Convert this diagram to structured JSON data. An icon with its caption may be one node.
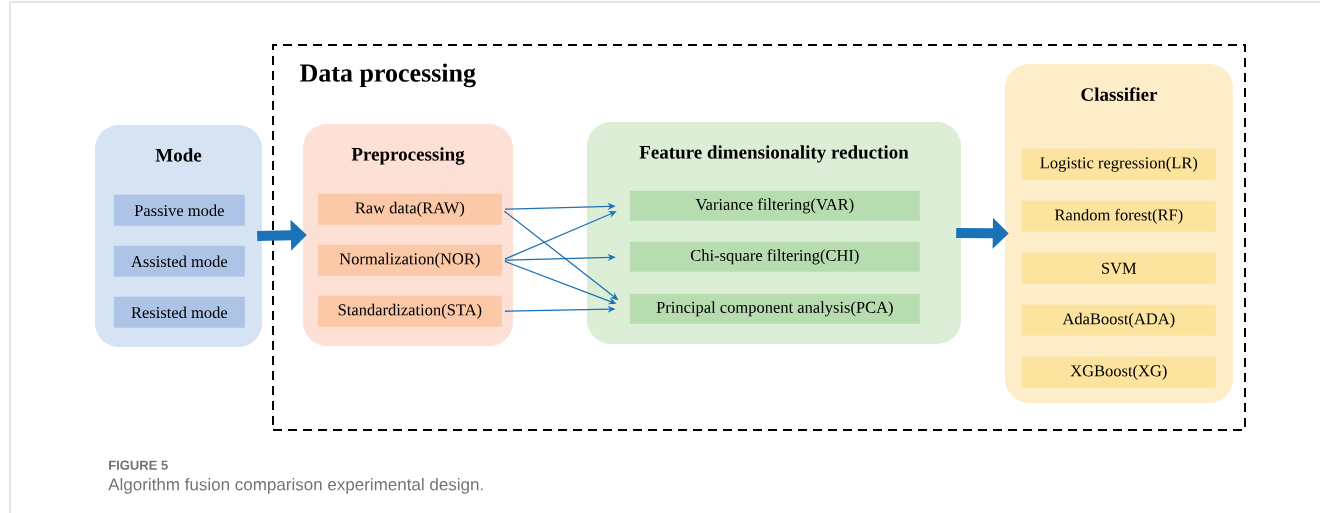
{
  "diagram": {
    "caption": "Algorithm fusion comparison experimental design.",
    "nodes": [
      {
        "text": [
          "Data processing"
        ]
      },
      {
        "text": [
          "Mode"
        ]
      },
      {
        "text": [
          "Passive mode"
        ],
        "in": 1
      },
      {
        "text": [
          "Assisted mode"
        ],
        "in": 1
      },
      {
        "text": [
          "Resisted mode"
        ],
        "in": 1
      },
      {
        "text": [
          "Preprocessing"
        ],
        "in": 0
      },
      {
        "text": [
          "Raw data(RAW)"
        ],
        "in": 5
      },
      {
        "text": [
          "Normalization(NOR)"
        ],
        "in": 5
      },
      {
        "text": [
          "Standardization(STA)"
        ],
        "in": 5
      },
      {
        "text": [
          "Feature dimensionality reduction"
        ],
        "in": 0
      },
      {
        "text": [
          "Variance filtering(VAR)"
        ],
        "in": 9
      },
      {
        "text": [
          "Chi-square filtering(CHI)"
        ],
        "in": 9
      },
      {
        "text": [
          "Principal component analysis(PCA)"
        ],
        "in": 9
      },
      {
        "text": [
          "Classifier"
        ],
        "in": 0
      },
      {
        "text": [
          "Logistic regression(LR)"
        ],
        "in": 13
      },
      {
        "text": [
          "Random forest(RF)"
        ],
        "in": 13
      },
      {
        "text": [
          "SVM"
        ],
        "in": 13
      },
      {
        "text": [
          "AdaBoost(ADA)"
        ],
        "in": 13
      },
      {
        "text": [
          "XGBoost(XG)"
        ],
        "in": 13
      }
    ],
    "edges": [
      {
        "from": 1,
        "to": 5,
        "arrow": "to",
        "style": "thick"
      },
      {
        "from": 6,
        "to": 10,
        "arrow": "to"
      },
      {
        "from": 6,
        "to": 12,
        "arrow": "to"
      },
      {
        "from": 7,
        "to": 10,
        "arrow": "to"
      },
      {
        "from": 7,
        "to": 11,
        "arrow": "to"
      },
      {
        "from": 7,
        "to": 12,
        "arrow": "to"
      },
      {
        "from": 8,
        "to": 12,
        "arrow": "to"
      },
      {
        "from": 9,
        "to": 13,
        "arrow": "to",
        "style": "thick"
      }
    ],
    "labels": [
      "FIGURE 5"
    ]
  }
}
